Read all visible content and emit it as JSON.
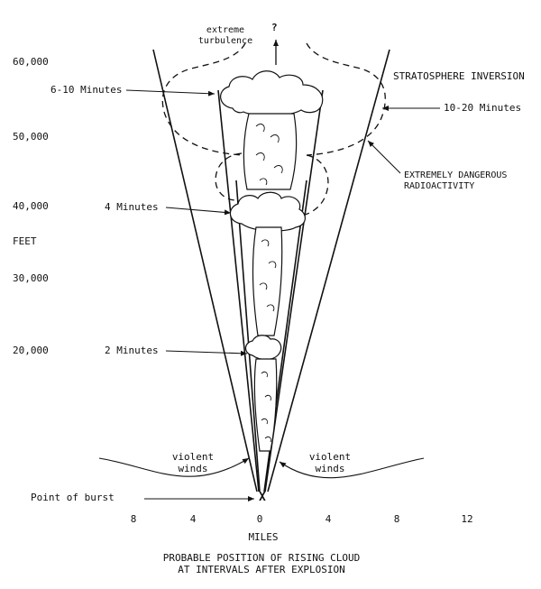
{
  "title": {
    "line1": "PROBABLE POSITION OF RISING CLOUD",
    "line2": "AT INTERVALS AFTER EXPLOSION"
  },
  "altitude_axis": {
    "unit": "FEET",
    "ticks": [
      "60,000",
      "50,000",
      "40,000",
      "30,000",
      "20,000"
    ]
  },
  "distance_axis": {
    "unit": "MILES",
    "ticks": [
      "8",
      "4",
      "0",
      "4",
      "8",
      "12"
    ]
  },
  "annotations": {
    "question_mark": "?",
    "turbulence_line1": "extreme",
    "turbulence_line2": "turbulence",
    "stratosphere": "STRATOSPHERE INVERSION",
    "time_6_10": "6-10 Minutes",
    "time_10_20": "10-20 Minutes",
    "time_4": "4 Minutes",
    "time_2": "2 Minutes",
    "danger_line1": "EXTREMELY DANGEROUS",
    "danger_line2": "RADIOACTIVITY",
    "winds_left_line1": "violent",
    "winds_left_line2": "winds",
    "winds_right_line1": "violent",
    "winds_right_line2": "winds",
    "burst": "Point of burst",
    "burst_mark": "X"
  }
}
